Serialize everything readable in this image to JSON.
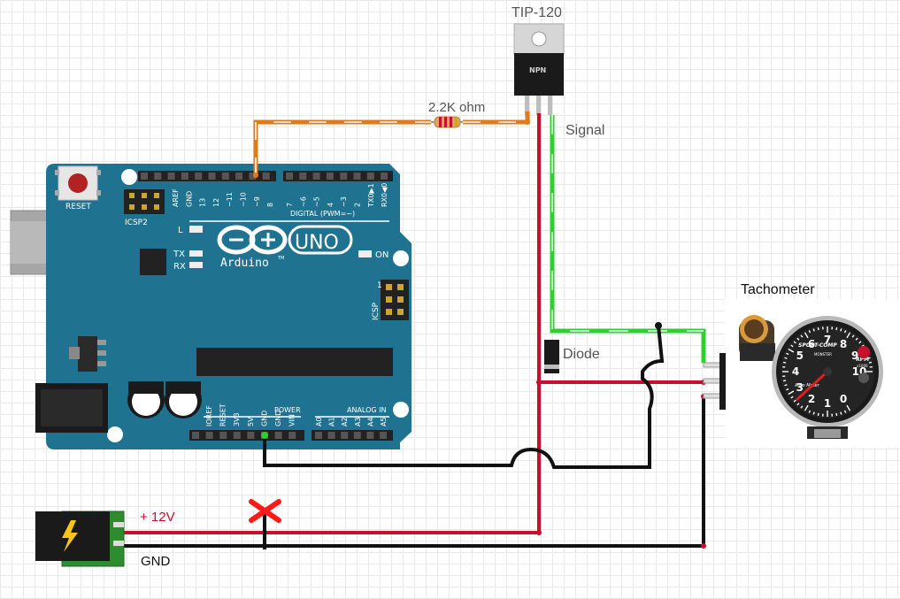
{
  "labels": {
    "transistor": "TIP-120",
    "transistor_marking": "NPN",
    "resistor": "2.2K ohm",
    "signal": "Signal",
    "tachometer": "Tachometer",
    "diode": "Diode",
    "plus_12v": "+ 12V",
    "gnd": "GND"
  },
  "arduino": {
    "reset": "RESET",
    "icsp2": "ICSP2",
    "icsp": "ICSP",
    "icsp_pin1": "1",
    "l": "L",
    "tx": "TX",
    "rx": "RX",
    "on": "ON",
    "logo": "UNO",
    "brand": "Arduino",
    "tm": "TM",
    "digital": "DIGITAL (PWM=~)",
    "power": "POWER",
    "analog_in": "ANALOG IN",
    "digital_pins": [
      "AREF",
      "GND",
      "13",
      "12",
      "~11",
      "~10",
      "~9",
      "8",
      "7",
      "~6",
      "~5",
      "4",
      "~3",
      "2",
      "TX0▶1",
      "RX0◀0"
    ],
    "power_pins": [
      "IOREF",
      "RESET",
      "3V3",
      "5V",
      "GND",
      "GND",
      "VIN"
    ],
    "analog_pins": [
      "A0",
      "A1",
      "A2",
      "A3",
      "A4",
      "A5"
    ]
  },
  "gauge": {
    "brand": "SPORT-COMP",
    "sub": "MONSTER",
    "rpm": "RPM",
    "scale": "x1000",
    "maker": "Auto Meter",
    "numbers": [
      "0",
      "1",
      "2",
      "3",
      "4",
      "5",
      "6",
      "7",
      "8",
      "9",
      "10"
    ]
  },
  "colors": {
    "board": "#1f7390",
    "wire_red": "#c8102e",
    "wire_black": "#111111",
    "wire_green": "#2fcf2f",
    "wire_orange": "#e07b1a",
    "cross": "#ff1a1a"
  }
}
